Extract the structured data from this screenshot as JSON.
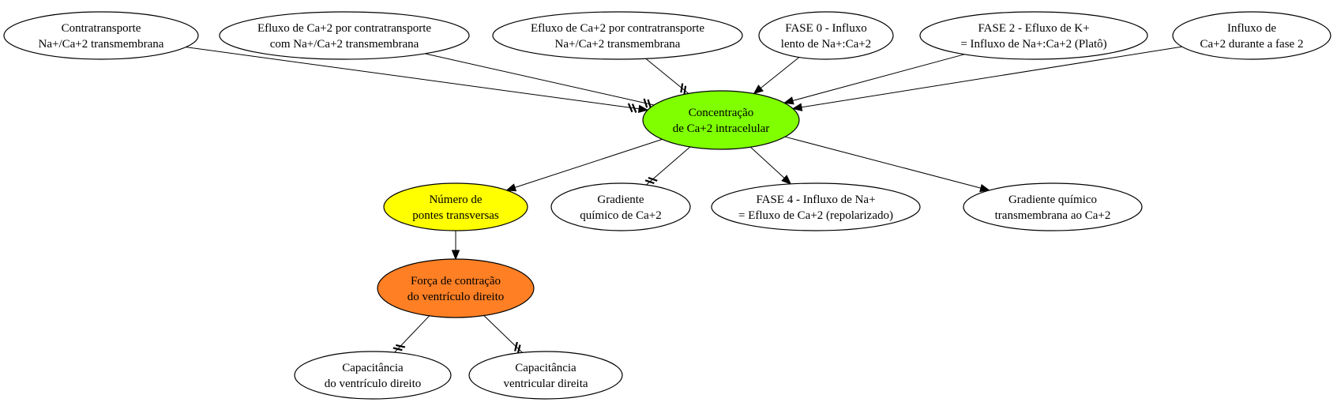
{
  "colors": {
    "default_fill": "#ffffff",
    "concentracao": "#7fff00",
    "pontes": "#ffff00",
    "forca": "#ff7f24",
    "stroke": "#000000"
  },
  "nodes": {
    "contratransporte": {
      "lines": [
        "Contratransporte",
        "Na+/Ca+2 transmembrana"
      ],
      "fill": "#ffffff"
    },
    "efluxo_com": {
      "lines": [
        "Efluxo de Ca+2 por contratransporte",
        "com Na+/Ca+2 transmembrana"
      ],
      "fill": "#ffffff"
    },
    "efluxo_na": {
      "lines": [
        "Efluxo de Ca+2 por contratransporte",
        "Na+/Ca+2 transmembrana"
      ],
      "fill": "#ffffff"
    },
    "fase0": {
      "lines": [
        "FASE 0 - Influxo",
        "lento de Na+:Ca+2"
      ],
      "fill": "#ffffff"
    },
    "fase2": {
      "lines": [
        "FASE 2 - Efluxo de K+",
        "= Influxo de Na+:Ca+2 (Platô)"
      ],
      "fill": "#ffffff"
    },
    "influxo_fase2": {
      "lines": [
        "Influxo de",
        "Ca+2 durante a fase 2"
      ],
      "fill": "#ffffff"
    },
    "concentracao": {
      "lines": [
        "Concentração",
        "de Ca+2 intracelular"
      ],
      "fill": "#7fff00"
    },
    "pontes": {
      "lines": [
        "Número de",
        "pontes transversas"
      ],
      "fill": "#ffff00"
    },
    "gradiente_quimico_ca": {
      "lines": [
        "Gradiente",
        "químico de Ca+2"
      ],
      "fill": "#ffffff"
    },
    "fase4": {
      "lines": [
        "FASE 4 - Influxo de Na+",
        "= Efluxo de Ca+2 (repolarizado)"
      ],
      "fill": "#ffffff"
    },
    "gradiente_transmembrana": {
      "lines": [
        "Gradiente químico",
        "transmembrana ao Ca+2"
      ],
      "fill": "#ffffff"
    },
    "forca": {
      "lines": [
        "Força de contração",
        "do ventrículo direito"
      ],
      "fill": "#ff7f24"
    },
    "capacitancia_vd": {
      "lines": [
        "Capacitância",
        "do ventrículo direito"
      ],
      "fill": "#ffffff"
    },
    "capacitancia_vent": {
      "lines": [
        "Capacitância",
        "ventricular direita"
      ],
      "fill": "#ffffff"
    }
  },
  "edges": [
    {
      "from": "contratransporte",
      "to": "concentracao",
      "arrow": true,
      "mark": "equivalence"
    },
    {
      "from": "efluxo_com",
      "to": "concentracao",
      "arrow": false,
      "mark": "equivalence"
    },
    {
      "from": "efluxo_na",
      "to": "concentracao",
      "arrow": false,
      "mark": "equivalence"
    },
    {
      "from": "fase0",
      "to": "concentracao",
      "arrow": true,
      "mark": "none"
    },
    {
      "from": "fase2",
      "to": "concentracao",
      "arrow": true,
      "mark": "none"
    },
    {
      "from": "influxo_fase2",
      "to": "concentracao",
      "arrow": true,
      "mark": "none"
    },
    {
      "from": "concentracao",
      "to": "pontes",
      "arrow": true,
      "mark": "none"
    },
    {
      "from": "concentracao",
      "to": "gradiente_quimico_ca",
      "arrow": false,
      "mark": "equivalence"
    },
    {
      "from": "concentracao",
      "to": "fase4",
      "arrow": true,
      "mark": "none"
    },
    {
      "from": "concentracao",
      "to": "gradiente_transmembrana",
      "arrow": true,
      "mark": "none"
    },
    {
      "from": "pontes",
      "to": "forca",
      "arrow": true,
      "mark": "none"
    },
    {
      "from": "forca",
      "to": "capacitancia_vd",
      "arrow": false,
      "mark": "equivalence"
    },
    {
      "from": "forca",
      "to": "capacitancia_vent",
      "arrow": false,
      "mark": "equivalence"
    }
  ]
}
